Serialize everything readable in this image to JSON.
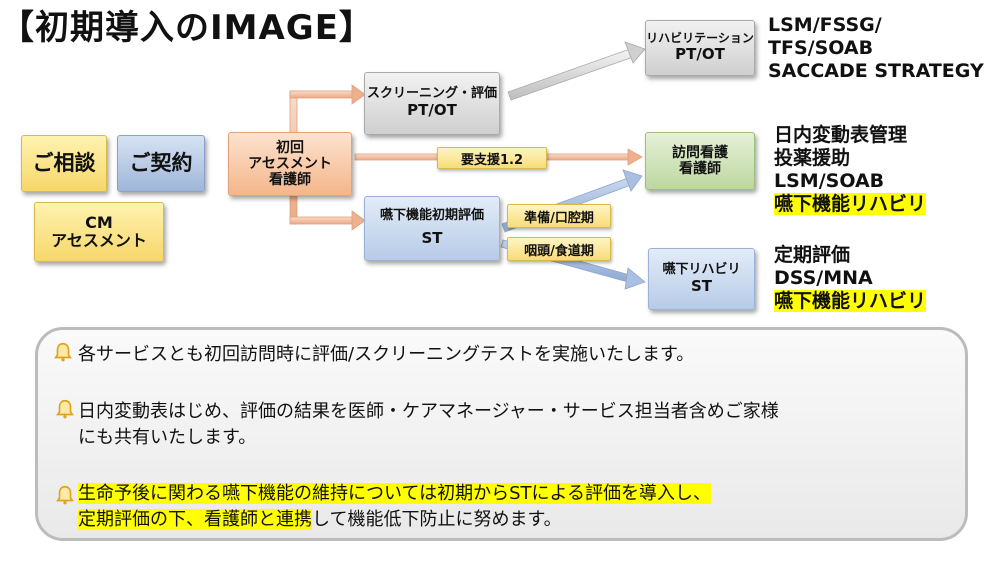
{
  "title": "【初期導入のIMAGE】",
  "boxes": {
    "consult": "ご相談",
    "contract": "ご契約",
    "cm_line1": "CM",
    "cm_line2": "アセスメント",
    "initial_line1": "初回",
    "initial_line2": "アセスメント",
    "initial_line3": "看護師",
    "screening_line1": "スクリーニング・評価",
    "screening_line2": "PT/OT",
    "swallow_eval_line1": "嚥下機能初期評価",
    "swallow_eval_line2": "ST",
    "rehab_line1": "リハビリテーション",
    "rehab_line2": "PT/OT",
    "home_nursing_line1": "訪問看護",
    "home_nursing_line2": "看護師",
    "swallow_rehab_line1": "嚥下リハビリ",
    "swallow_rehab_line2": "ST"
  },
  "tags": {
    "support": "要支援1.2",
    "prep_oral": "準備/口腔期",
    "pharynx_esoph": "咽頭/食道期"
  },
  "side_lists": {
    "rehab": [
      "LSM/FSSG/",
      "TFS/SOAB",
      "SACCADE  STRATEGY"
    ],
    "nursing": [
      "日内変動表管理",
      "投薬援助",
      "LSM/SOAB",
      "嚥下機能リハビリ"
    ],
    "swallow": [
      "定期評価",
      "DSS/MNA",
      "嚥下機能リハビリ"
    ]
  },
  "notes": {
    "n1": "各サービスとも初回訪問時に評価/スクリーニングテストを実施いたします。",
    "n2_line1": "日内変動表はじめ、評価の結果を医師・ケアマネージャー・サービス担当者含めご家様",
    "n2_line2": "にも共有いたします。",
    "n3_line1": "生命予後に関わる嚥下機能の維持については初期からSTによる評価を導入し、",
    "n3_line2_hl": "定期評価の下、看護師と連携",
    "n3_line2_rest": "して機能低下防止に努めます。"
  },
  "colors": {
    "highlight": "#ffff00",
    "yellow_box": "#f6d76a",
    "blue_box": "#9fb6d9",
    "peach_box": "#f4b68a",
    "green_box": "#bcd7a0",
    "arrow_peach": "#f3c4a8",
    "arrow_blue": "#a9c0e2",
    "arrow_gray": "#cfcfcf"
  },
  "icons": [
    "bell-icon"
  ]
}
